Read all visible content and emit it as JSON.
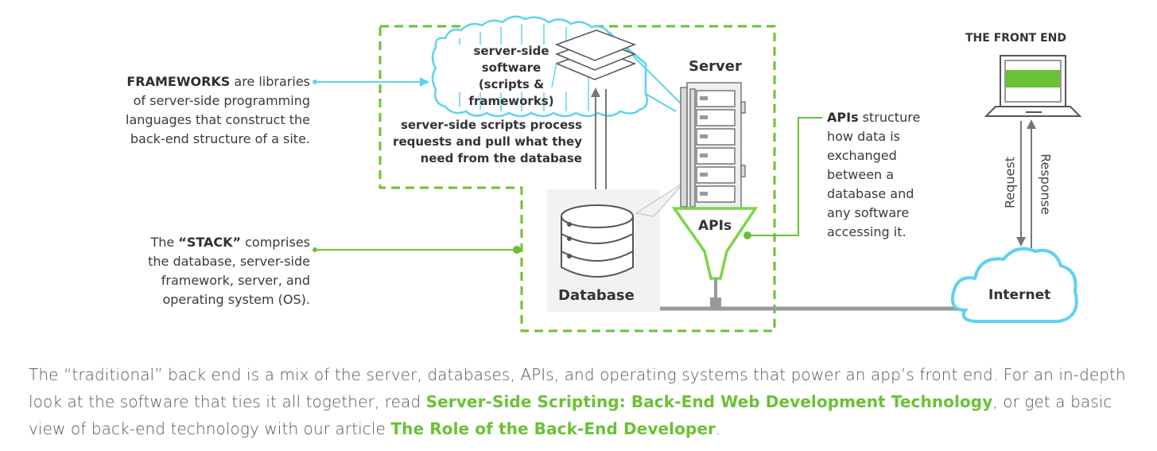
{
  "diagram": {
    "frameworks": {
      "bold": "FRAMEWORKS",
      "rest": " are libraries",
      "lines": [
        "of server-side programming",
        "languages that construct the",
        "back-end structure of a site."
      ]
    },
    "stack": {
      "pre": "The ",
      "bold": "“STACK”",
      "rest": " comprises",
      "lines": [
        "the database, server-side",
        "framework, server, and",
        "operating system (OS)."
      ]
    },
    "software_label": [
      "server-side",
      "software",
      "(scripts & frameworks)"
    ],
    "scripts_label": [
      "server-side scripts process",
      "requests and pull what they",
      "need from the database"
    ],
    "server_label": "Server",
    "apis_funnel_label": "APIs",
    "database_label": "Database",
    "apis_note": {
      "bold": "APIs",
      "rest": " structure",
      "lines": [
        "how data is",
        "exchanged",
        "between a",
        "database and",
        "any software",
        "accessing it."
      ]
    },
    "front_end_label": "THE FRONT END",
    "request_label": "Request",
    "response_label": "Response",
    "internet_label": "Internet"
  },
  "caption": {
    "text1": "The “traditional” back end is a mix of the server, databases, APIs, and operating systems that power an app’s front end. For an in-depth look at the software that ties it all together, read ",
    "link1": "Server-Side Scripting: Back-End Web Development Technology",
    "text2": ", or get a basic view of back-end technology with our article ",
    "link2": "The Role of the Back-End Developer",
    "text3": "."
  },
  "colors": {
    "green": "#6ac136",
    "cyan": "#5fd2ef",
    "gray": "#9a9a9a",
    "dark_text": "#333333"
  }
}
